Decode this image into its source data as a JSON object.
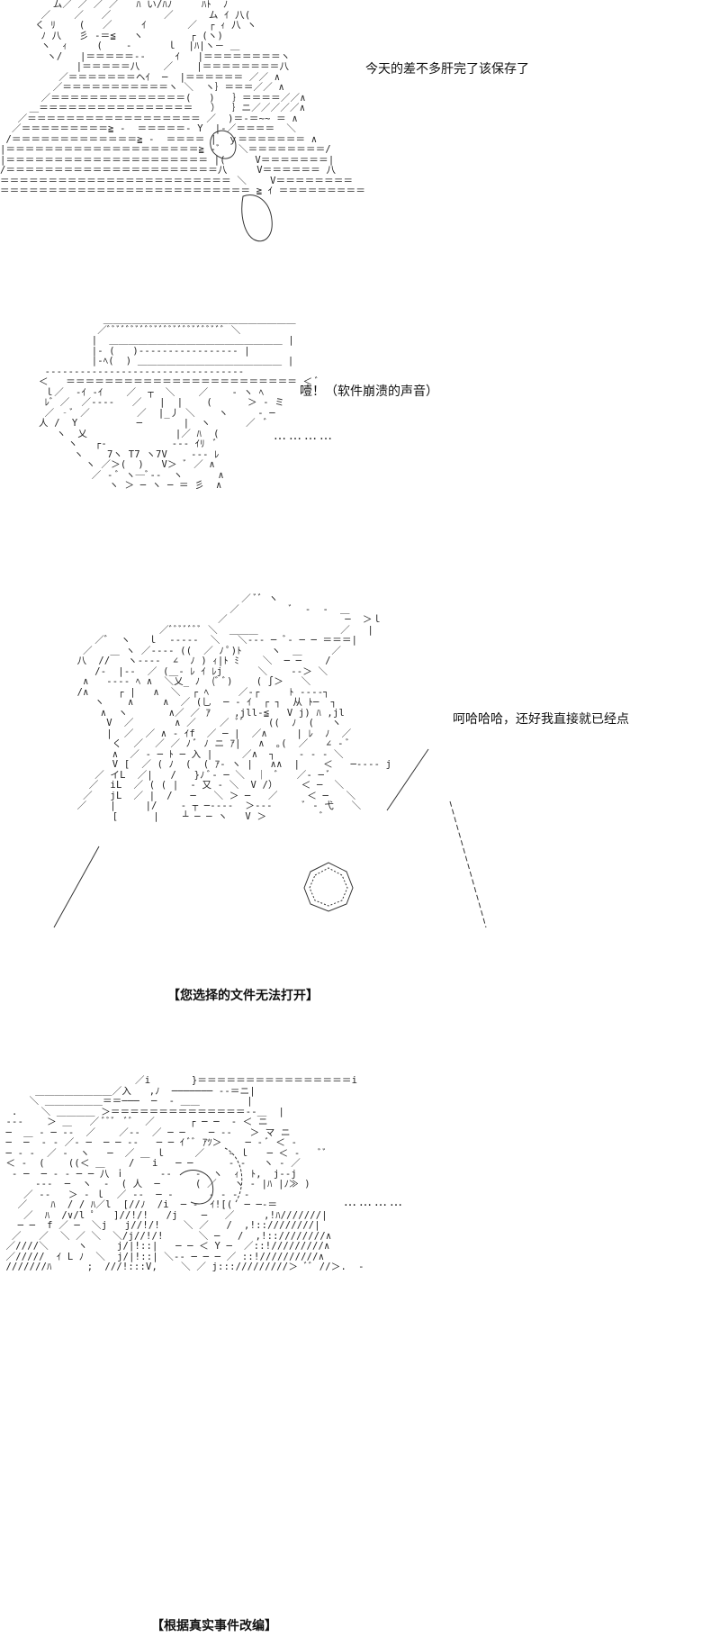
{
  "panel1": {
    "caption": "今天的差不多肝完了该保存了"
  },
  "panel2": {
    "caption": "噎！（软件崩溃的声音）",
    "dots": "…………"
  },
  "panel3": {
    "caption": "呵哈哈哈，还好我直接就已经点"
  },
  "panel3_note": "【您选择的文件无法打开】",
  "panel4": {
    "dots": "…………"
  },
  "panel4_note": "【根据真实事件改编】"
}
